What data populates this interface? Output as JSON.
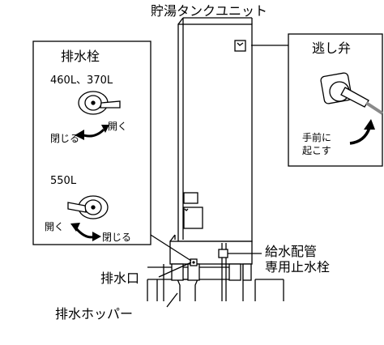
{
  "labels": {
    "tank_unit": "貯湯タンクユニット",
    "drain_plug": "排水栓",
    "relief_valve": "逃し弁",
    "variant_small": "460L、370L",
    "variant_large": "550L",
    "close": "閉じる",
    "open": "開く",
    "pull_toward": "手前に",
    "raise": "起こす",
    "drain_port": "排水口",
    "drain_hopper": "排水ホッパー",
    "supply_pipe_line1": "給水配管",
    "supply_pipe_line2": "専用止水栓"
  },
  "colors": {
    "line": "#000000",
    "fill": "#ffffff",
    "arrow": "#000000",
    "hose": "#8a8a8a"
  },
  "icons": [
    "drain-plug-icon",
    "relief-valve-icon",
    "rotate-arrow-icon",
    "bend-arrow-icon"
  ]
}
